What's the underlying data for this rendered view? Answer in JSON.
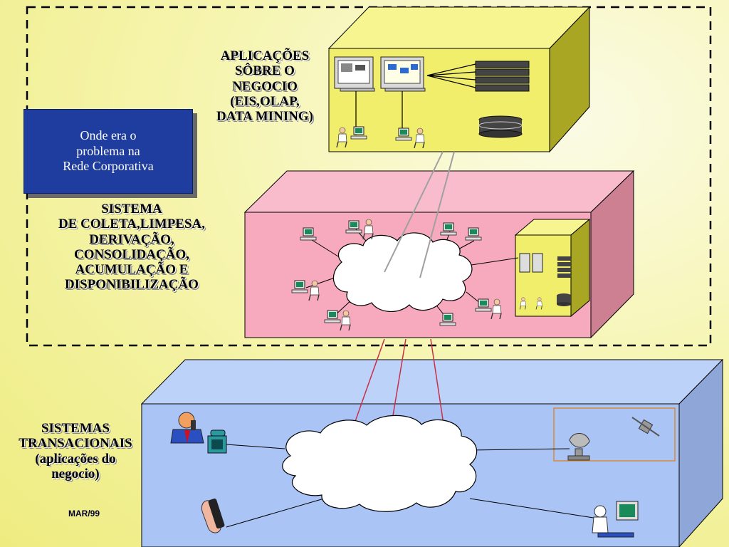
{
  "top_label": {
    "lines": [
      "APLICAÇÕES",
      "SÔBRE O",
      "NEGOCIO",
      "(EIS,OLAP,",
      "DATA MINING)"
    ]
  },
  "callout": {
    "lines": [
      "Onde era o",
      "problema  na",
      "Rede Corporativa"
    ]
  },
  "middle_label": {
    "lines": [
      "SISTEMA",
      "DE COLETA,LIMPESA,",
      "DERIVAÇÃO,",
      "CONSOLIDAÇÃO,",
      "ACUMULAÇÃO E",
      "DISPONIBILIZAÇÃO"
    ]
  },
  "bottom_label": {
    "lines": [
      "SISTEMAS",
      "TRANSACIONAIS",
      "(aplicações do",
      "negocio)"
    ]
  },
  "footer": "MAR/99",
  "colors": {
    "top_box": "#f0ee6a",
    "middle_box": "#f7a9bd",
    "bottom_box": "#a9c4f5",
    "callout": "#1f3d9e",
    "red_links": "#c8304a",
    "grey_links": "#a0a0a0"
  },
  "icons": [
    "monitor-icon",
    "server-rack-icon",
    "database-icon",
    "user-workstation-icon",
    "network-cloud-icon",
    "telephone-icon",
    "person-on-phone-icon",
    "cell-phone-icon",
    "satellite-dish-icon",
    "satellite-icon",
    "user-at-computer-icon"
  ]
}
